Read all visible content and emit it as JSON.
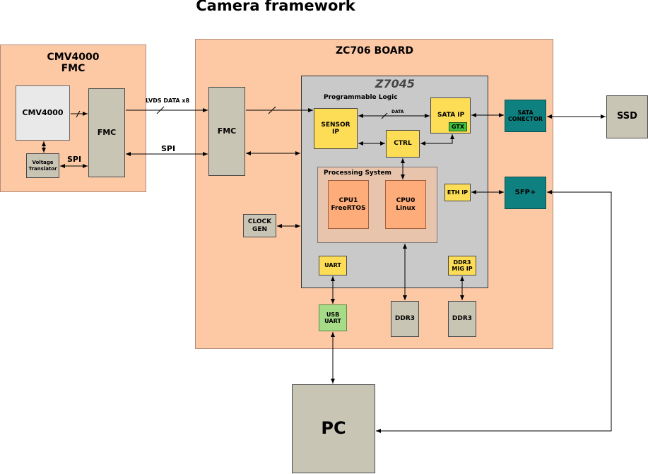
{
  "title": "Camera framework",
  "cmv_region": {
    "title": "CMV4000\nFMC"
  },
  "cmv4000": "CMV4000",
  "fmc_left": "FMC",
  "voltage_translator": "Voltage\nTranslator",
  "spi_small": "SPI",
  "lvds_label": "LVDS DATA x8",
  "spi_label": "SPI",
  "board": {
    "title": "ZC706 BOARD"
  },
  "fmc_board": "FMC",
  "clock_gen": "CLOCK\nGEN",
  "z7045": {
    "title": "Z7045",
    "pl_label": "Programmable Logic"
  },
  "sensor_ip": "SENSOR\nIP",
  "data_label": "DATA",
  "sata_ip": "SATA IP",
  "gtx": "GTX",
  "ctrl": "CTRL",
  "processing_system": {
    "title": "Processing System",
    "cpu1": "CPU1\nFreeRTOS",
    "cpu0": "CPU0\nLinux"
  },
  "eth_ip": "ETH IP",
  "uart": "UART",
  "ddr3_mig": "DDR3\nMIG IP",
  "sata_connector": "SATA\nCONECTOR",
  "sfp": "SFP+",
  "ssd": "SSD",
  "usb_uart": "USB\nUART",
  "ddr3_a": "DDR3",
  "ddr3_b": "DDR3",
  "pc": "PC",
  "colors": {
    "board_fill": "#fdc9a5",
    "chip_fill": "#c9c9c9",
    "ip_yellow": "#fddd55",
    "cpu_orange": "#fdac7a",
    "teal": "#0f8080",
    "usb_green": "#a6db87",
    "block_gray": "#c9c5b5"
  }
}
